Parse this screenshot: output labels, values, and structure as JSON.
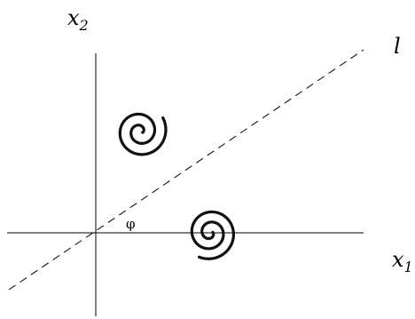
{
  "labels": {
    "x2_base": "x",
    "x2_sub": "2",
    "x1_base": "x",
    "x1_sub": "1",
    "line": "l",
    "angle": "φ"
  }
}
